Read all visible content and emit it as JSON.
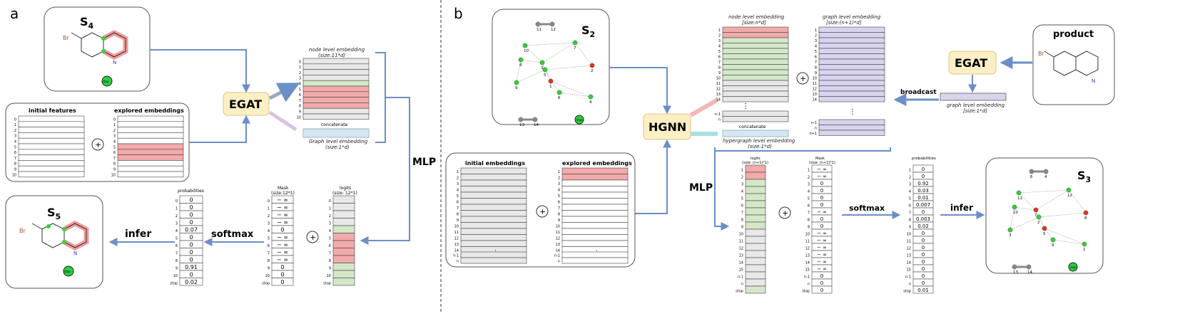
{
  "panels": {
    "a": "a",
    "b": "b"
  },
  "text": {
    "s4_main": "S",
    "s4_sub": "4",
    "s5_main": "S",
    "s5_sub": "5",
    "s2_main": "S",
    "s2_sub": "2",
    "s3_main": "S",
    "s3_sub": "3",
    "egat": "EGAT",
    "hgnn": "HGNN",
    "mlp": "MLP",
    "softmax": "softmax",
    "infer": "infer",
    "broadcast": "broadcast",
    "product": "product",
    "br": "Br",
    "n_atom": "N",
    "stop": "stop",
    "initial_features": "initial features",
    "explored_embeddings": "explored embeddings",
    "initial_embeddings": "initial embeddings",
    "node_level_embedding": "node level embedding",
    "size_11d": "(size:11*d)",
    "size_nd": "[size:n*d]",
    "graph_level_embedding": "graph level embedding",
    "size_n1d": "[size:(n+1)*d]",
    "graph_level_embedding_cap": "Graph level embedding",
    "size_1d": "(size:1*d)",
    "graph_level_embedding_b": "graph level embedding",
    "size_1d_b": "[size:1*d]",
    "hypergraph_level_embedding": "hypergraph level embedding",
    "concatenate": "concatenate",
    "probabilities": "probabilities",
    "mask": "Mask",
    "mask_size": "(size:12*1)",
    "logits": "logits",
    "logits_size": "(size: 12*1)",
    "mask_b_size": "(size: (n+1)*1)",
    "logits_b_size": "(size: (n+1)*1)",
    "plus": "+",
    "dots": "⋮",
    "n_minus_1": "n-1",
    "n": "n",
    "n_plus_1": "n+1"
  },
  "panel_a": {
    "prob_rows": [
      "0",
      "1",
      "2",
      "3",
      "4",
      "5",
      "6",
      "7",
      "8",
      "9",
      "10",
      "stop"
    ],
    "probabilities": [
      "0",
      "0",
      "0",
      "0",
      "0.07",
      "0",
      "0",
      "0",
      "0",
      "0.91",
      "0",
      "0.02"
    ],
    "mask": [
      "− ∞",
      "− ∞",
      "− ∞",
      "− ∞",
      "0",
      "− ∞",
      "− ∞",
      "− ∞",
      "− ∞",
      "0",
      "0",
      "0"
    ],
    "node_rows": [
      "0",
      "1",
      "2",
      "3",
      "4",
      "5",
      "6",
      "7",
      "8",
      "9",
      "10"
    ]
  },
  "panel_b": {
    "prob_rows": [
      "1",
      "2",
      "3",
      "4",
      "5",
      "6",
      "7",
      "8",
      "9",
      "10",
      "11",
      "12",
      "13",
      "14",
      "15",
      "n-1",
      "n",
      "stop"
    ],
    "probabilities": [
      "0",
      "0",
      "0.92",
      "0.03",
      "0.01",
      "0.007",
      "0",
      "0.003",
      "0.02",
      "0",
      "0",
      "0",
      "0",
      "0",
      "0",
      "0",
      "0",
      "0.01"
    ],
    "mask": [
      "− ∞",
      "− ∞",
      "0",
      "0",
      "0",
      "0",
      "− ∞",
      "0",
      "0",
      "− ∞",
      "− ∞",
      "− ∞",
      "− ∞",
      "− ∞",
      "− ∞",
      "0",
      "0",
      "0"
    ],
    "node_rows": [
      "1",
      "2",
      "3",
      "4",
      "5",
      "6",
      "7",
      "8",
      "9",
      "10",
      "11",
      "12",
      "13",
      "14"
    ],
    "s2_labels": [
      "10",
      "7",
      "8",
      "3",
      "2",
      "9",
      "5",
      "1",
      "6",
      "4",
      "11",
      "12",
      "13",
      "14"
    ],
    "s3_labels": [
      "11",
      "12",
      "10",
      "7",
      "8",
      "3",
      "2",
      "5",
      "9",
      "1",
      "6",
      "4",
      "13",
      "14"
    ]
  },
  "colors": {
    "egat_bg": "#fdefc4",
    "red_row": "#f2aaaa",
    "green_row": "#d4e8c9",
    "gray_row": "#e8e8e8",
    "purple_row": "#d8d4ee",
    "blue_embed": "#d6e6f5",
    "arrow_blue": "#6b8fc7"
  }
}
